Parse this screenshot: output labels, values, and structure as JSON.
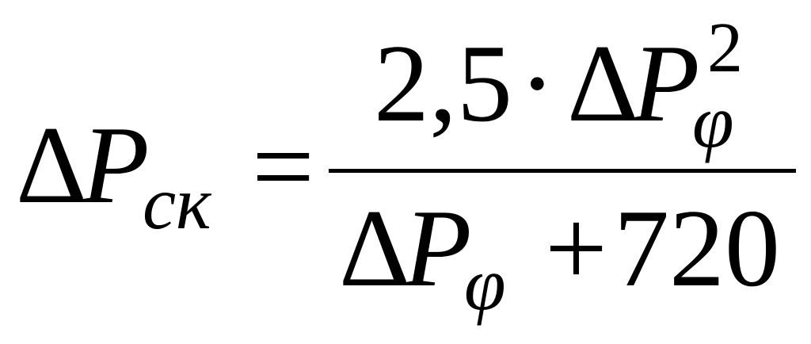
{
  "formula": {
    "lhs": {
      "delta": "Δ",
      "symbol": "P",
      "subscript": "ск"
    },
    "equals": "=",
    "numerator": {
      "coefficient": "2,5",
      "dot": "·",
      "delta": "Δ",
      "symbol": "P",
      "superscript": "2",
      "subscript": "φ"
    },
    "denominator": {
      "delta": "Δ",
      "symbol": "P",
      "subscript": "φ",
      "plus": "+",
      "constant": "720"
    }
  }
}
